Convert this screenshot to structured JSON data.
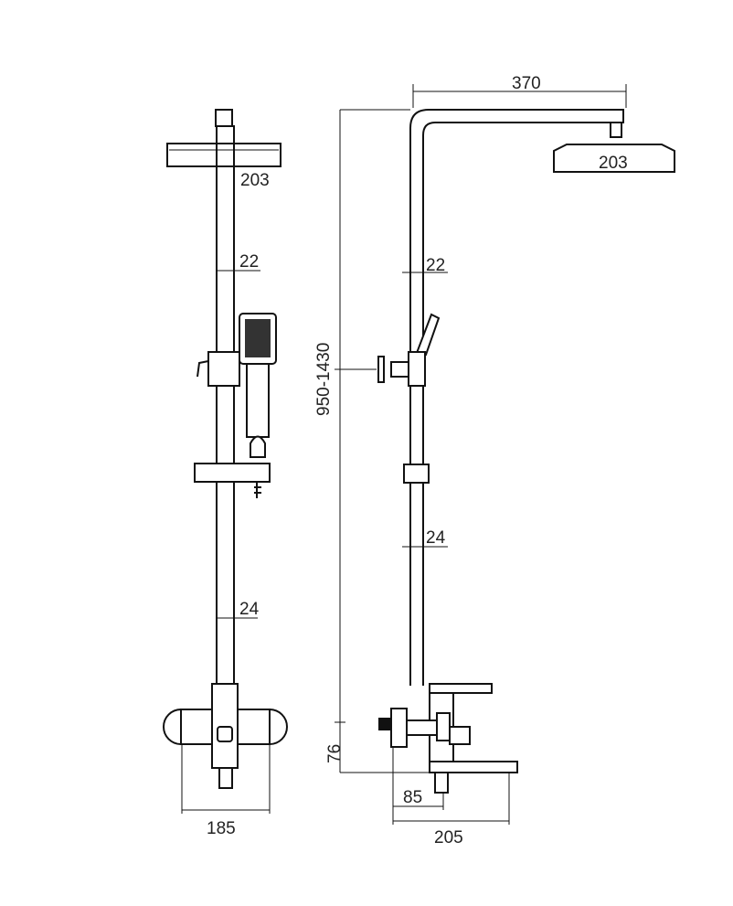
{
  "front_view": {
    "head_width": "203",
    "upper_pipe_dia": "22",
    "lower_pipe_dia": "24",
    "mixer_width": "185"
  },
  "side_view": {
    "arm_length": "370",
    "head_width": "203",
    "upper_pipe_dia": "22",
    "lower_pipe_dia": "24",
    "height_range": "950-1430",
    "mixer_height": "76",
    "spout_offset": "85",
    "spout_length": "205"
  }
}
